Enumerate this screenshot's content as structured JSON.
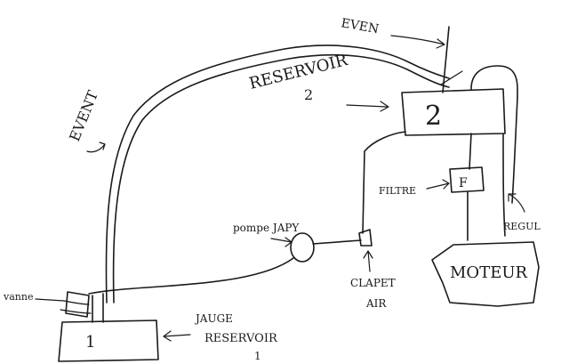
{
  "labels": {
    "event_top": "EVEN",
    "event_left": "EVENT",
    "reservoir2": "RESERVOIR",
    "reservoir2_num": "2",
    "tank2_number": "2",
    "filter_label": "FILTRE",
    "filter_box": "F",
    "regul": "REGUL",
    "pump": "pompe JAPY",
    "clapet_line1": "CLAPET",
    "clapet_line2": "AIR",
    "moteur": "MOTEUR",
    "vanne": "vanne",
    "jauge_line1": "JAUGE",
    "jauge_line2": "RESERVOIR",
    "jauge_line3": "1",
    "tank1_number": "1"
  }
}
